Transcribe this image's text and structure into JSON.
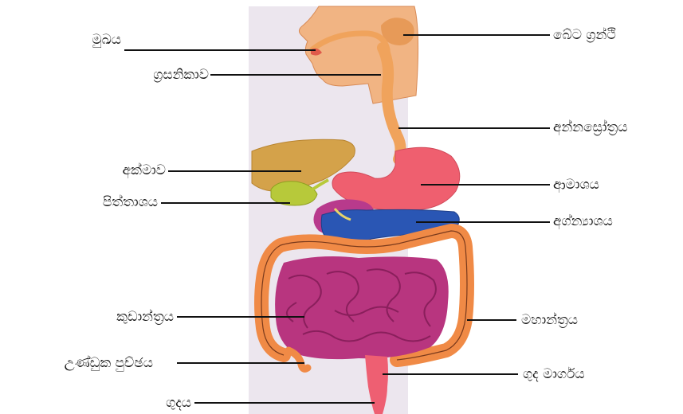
{
  "labels": {
    "mouth": "මුඛය",
    "pharynx": "ග්‍රසනිකාව",
    "liver": "අක්මාව",
    "gallbladder": "පිත්තාශය",
    "small_intestine": "කුඩාන්ත්‍රය",
    "appendix": "උණ්ඩුක පුච්ඡය",
    "anus": "ගුදය",
    "salivary_glands": "බේට ග්‍රන්ථි",
    "esophagus": "අන්නස්‍රෝත්‍රය",
    "stomach": "ආමාශය",
    "pancreas": "අග්න්‍යාශය",
    "large_intestine": "මහාන්ත්‍රය",
    "rectum": "ගුද මාර්ගය"
  },
  "colors": {
    "background_panel": "#ece6ee",
    "head": "#f1b483",
    "esophagus": "#f0a35c",
    "liver": "#d4a24a",
    "gallbladder": "#b7c93a",
    "stomach": "#ef5f6f",
    "pancreas": "#2a56b4",
    "duodenum": "#b83a8c",
    "large_intestine": "#f08a46",
    "small_intestine": "#b8357f",
    "rectum": "#ee5f72"
  }
}
